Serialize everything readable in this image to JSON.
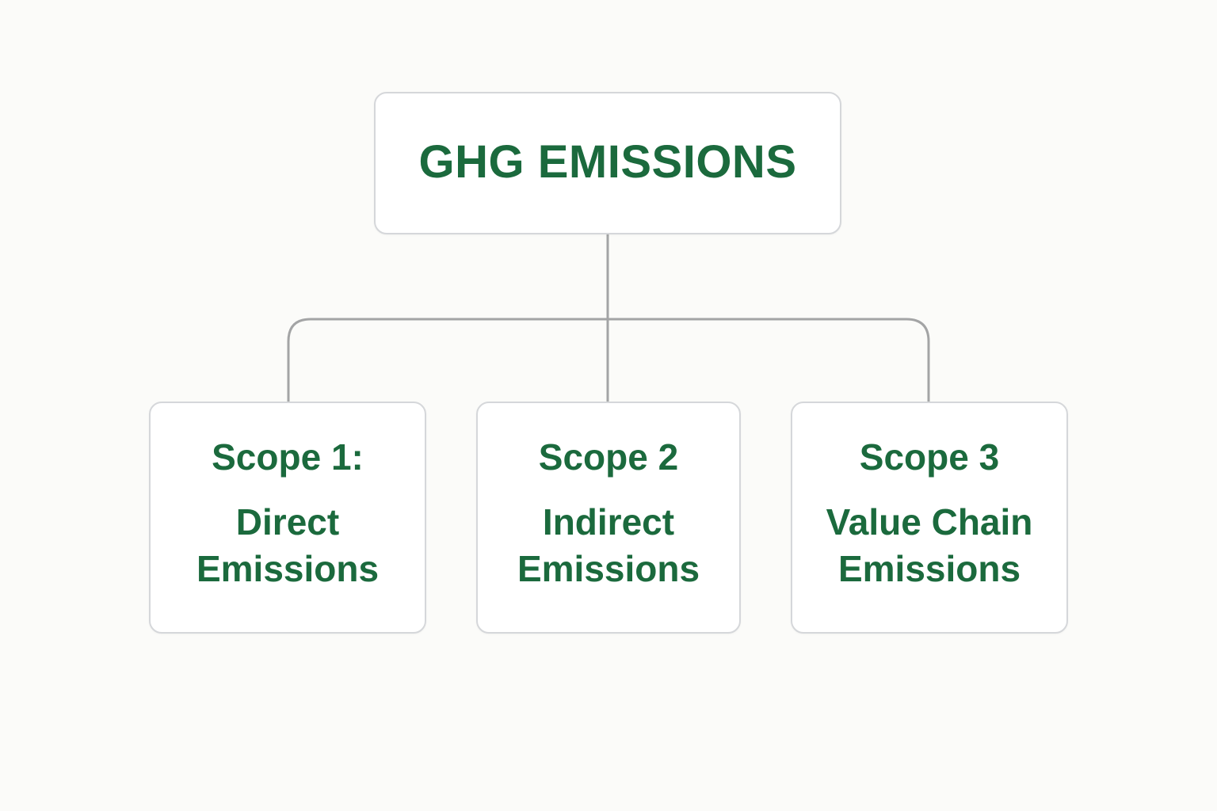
{
  "diagram": {
    "root": {
      "label": "GHG EMISSIONS"
    },
    "children": [
      {
        "title": "Scope 1:",
        "description_line_1": "Direct",
        "description_line_2": "Emissions"
      },
      {
        "title": "Scope 2",
        "description_line_1": "Indirect",
        "description_line_2": "Emissions"
      },
      {
        "title": "Scope 3",
        "description_line_1": "Value Chain",
        "description_line_2": "Emissions"
      }
    ]
  },
  "colors": {
    "background": "#fbfbf9",
    "box_fill": "#ffffff",
    "box_border": "#d5d7da",
    "text": "#1b6a3d",
    "connector": "#a3a4a5"
  }
}
